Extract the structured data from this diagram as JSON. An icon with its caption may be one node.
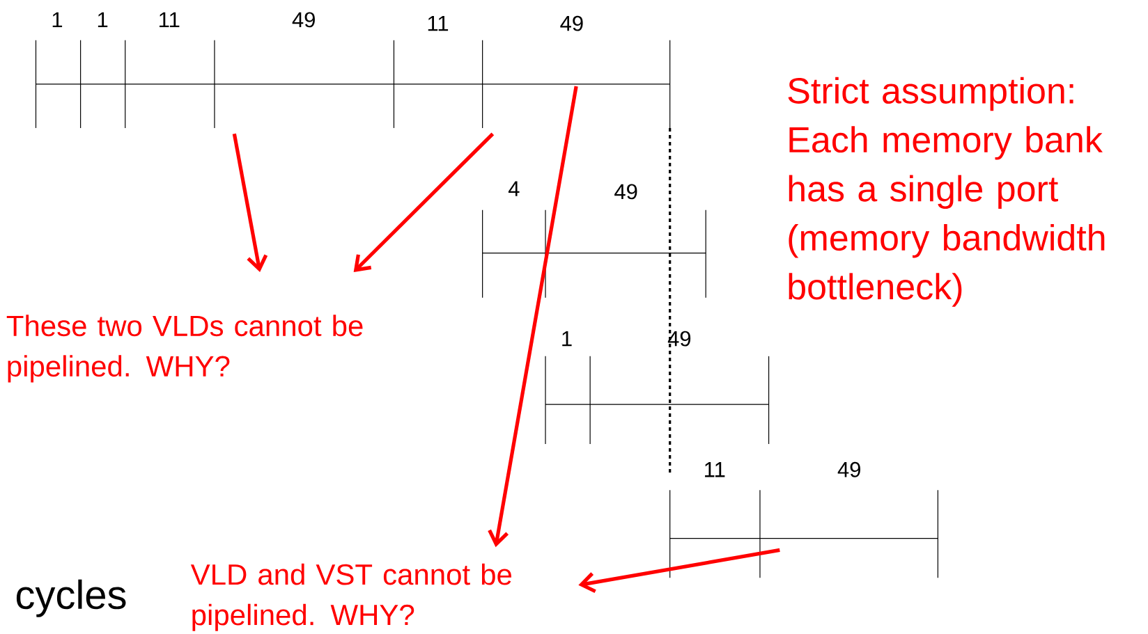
{
  "diagram": {
    "nodes": [
      {
        "text": [
          "These two VLDs cannot be pipelined. WHY?"
        ]
      },
      {
        "text": [
          "VLD and VST cannot be pipelined. WHY?"
        ]
      }
    ],
    "edges": [
      {
        "from": null,
        "to": 0,
        "arrow": "to"
      },
      {
        "from": null,
        "to": 0,
        "arrow": "to"
      },
      {
        "from": null,
        "to": 1,
        "arrow": "to"
      },
      {
        "from": null,
        "to": 1,
        "arrow": "to"
      }
    ],
    "labels": [
      "1",
      "1",
      "11",
      "49",
      "11",
      "49",
      "Strict assumption: Each memory bank has a single port (memory bandwidth bottleneck)",
      "4",
      "49",
      "1",
      "49",
      "11",
      "49",
      "cycles"
    ]
  }
}
